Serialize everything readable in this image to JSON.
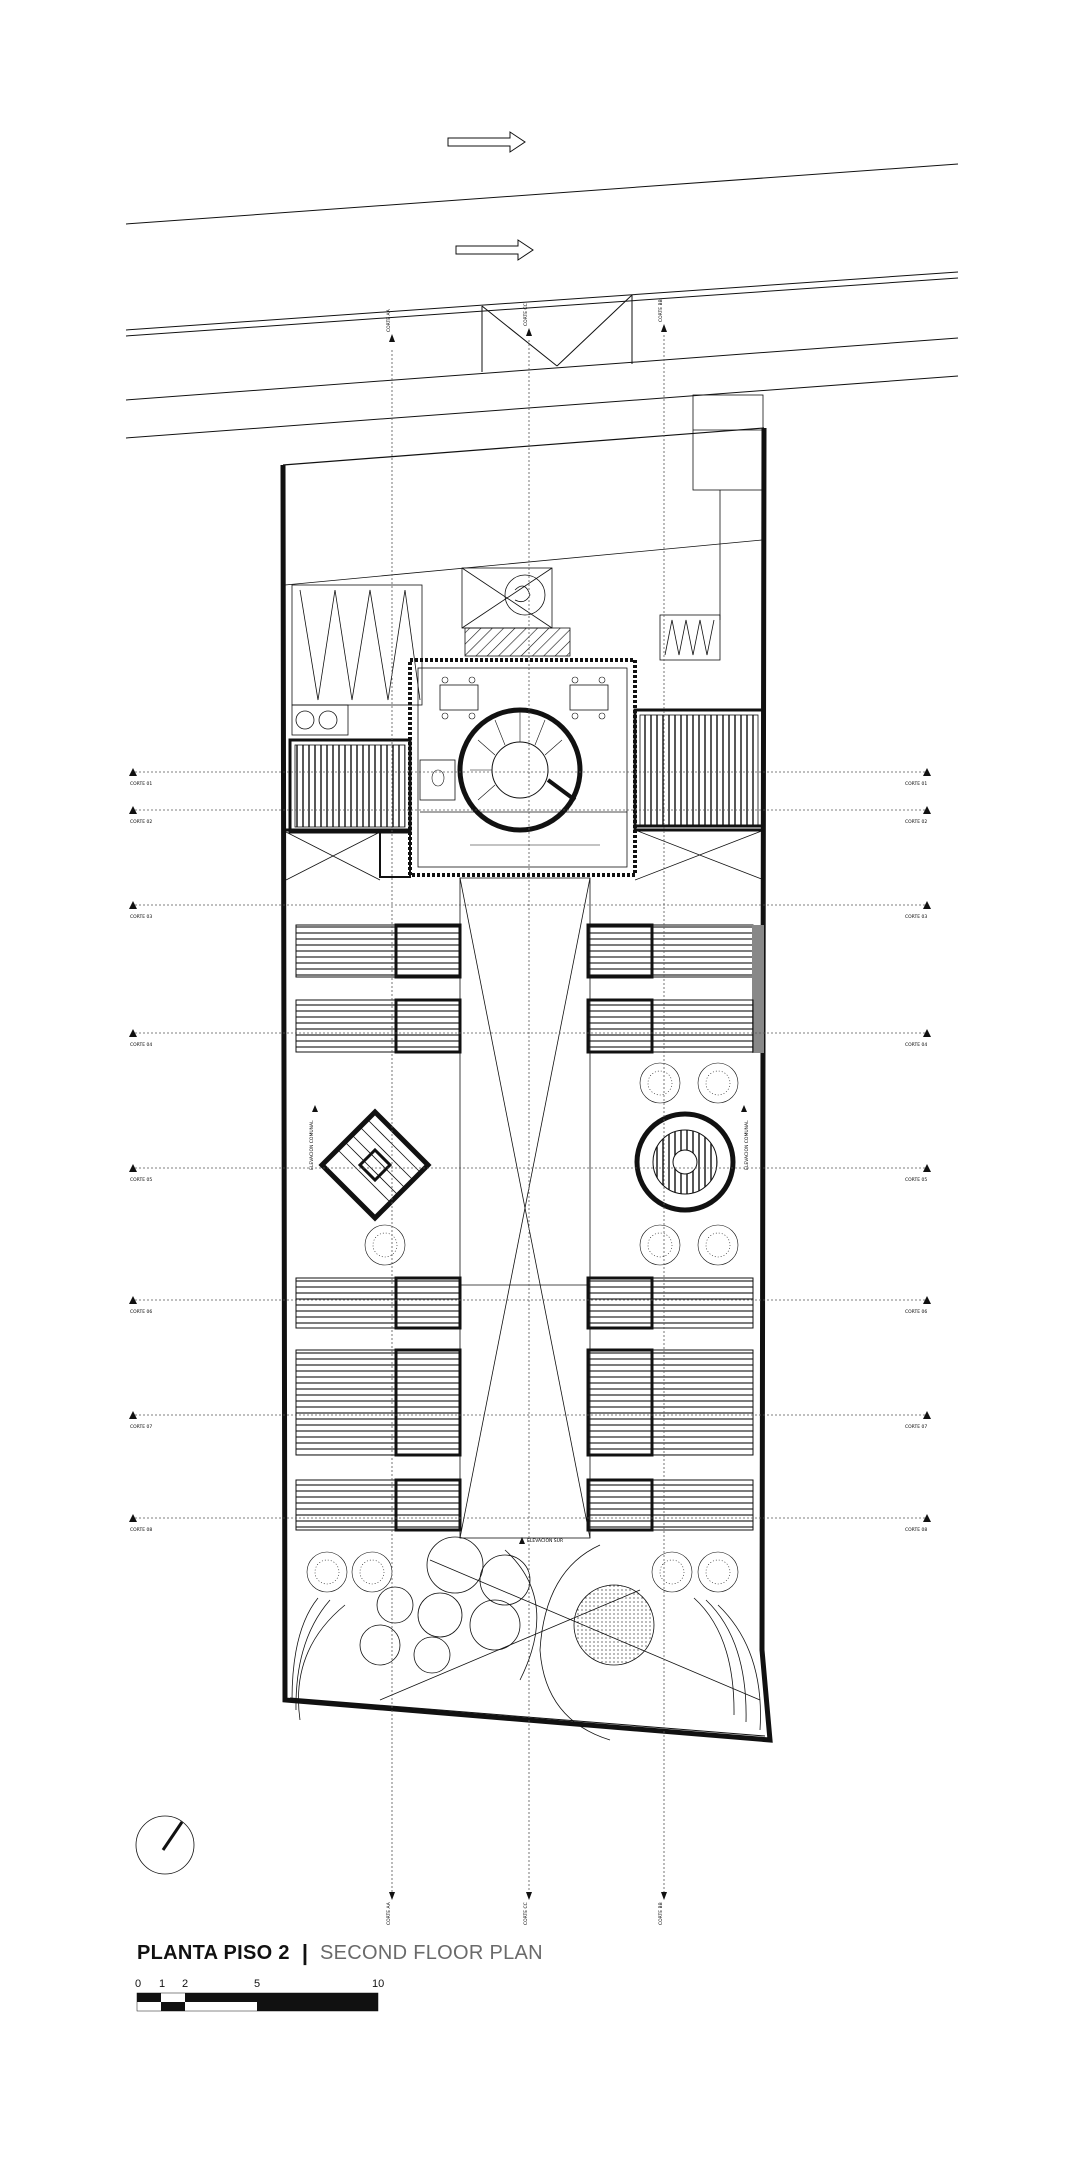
{
  "title": {
    "main": "PLANTA PISO 2",
    "separator": "|",
    "subtitle": "SECOND FLOOR PLAN"
  },
  "scale_bar": {
    "labels": [
      "0",
      "1",
      "2",
      "5",
      "10"
    ]
  },
  "sections": {
    "vertical_left": "CORTE AA",
    "vertical_center": "CORTE CC",
    "vertical_right": "CORTE BB",
    "horizontal": [
      "CORTE 01",
      "CORTE 02",
      "CORTE 03",
      "CORTE 04",
      "CORTE 05",
      "CORTE 06",
      "CORTE 07",
      "CORTE 08"
    ]
  },
  "elevations": {
    "left_island": "ELEVACION COMUNAL",
    "right_island": "ELEVACION COMUNAL",
    "garden": "ELEVACION SUR"
  },
  "colors": {
    "line": "#111111",
    "dashed": "#555555",
    "subtitle": "#6a6a6a"
  }
}
